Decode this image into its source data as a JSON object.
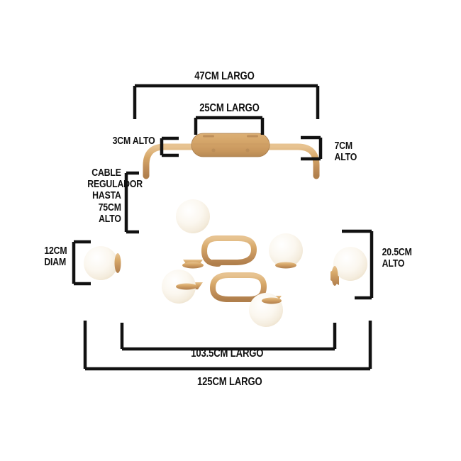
{
  "diagram": {
    "title": "Lamp dimension diagram",
    "background_color": "#ffffff",
    "line_color": "#111111",
    "metal_color": "#d0a269",
    "globe_color": "#faf6ee"
  },
  "product": {
    "type": "ceiling pendant chandelier",
    "globe_count": 6,
    "canopy": "rounded rectangular ceiling plate"
  },
  "dimensions": {
    "overall_width": "125CM LARGO",
    "fixture_arm_width": "103.5CM LARGO",
    "bracket_span_width": "47CM LARGO",
    "canopy_width": "25CM LARGO",
    "canopy_height": "3CM ALTO",
    "arc_height": "7CM\nALTO",
    "cable_note": "CABLE\nREGULADOR\nHASTA\n75CM\nALTO",
    "globe_diameter": "12CM\nDIAM",
    "drop_height": "20.5CM\nALTO"
  }
}
